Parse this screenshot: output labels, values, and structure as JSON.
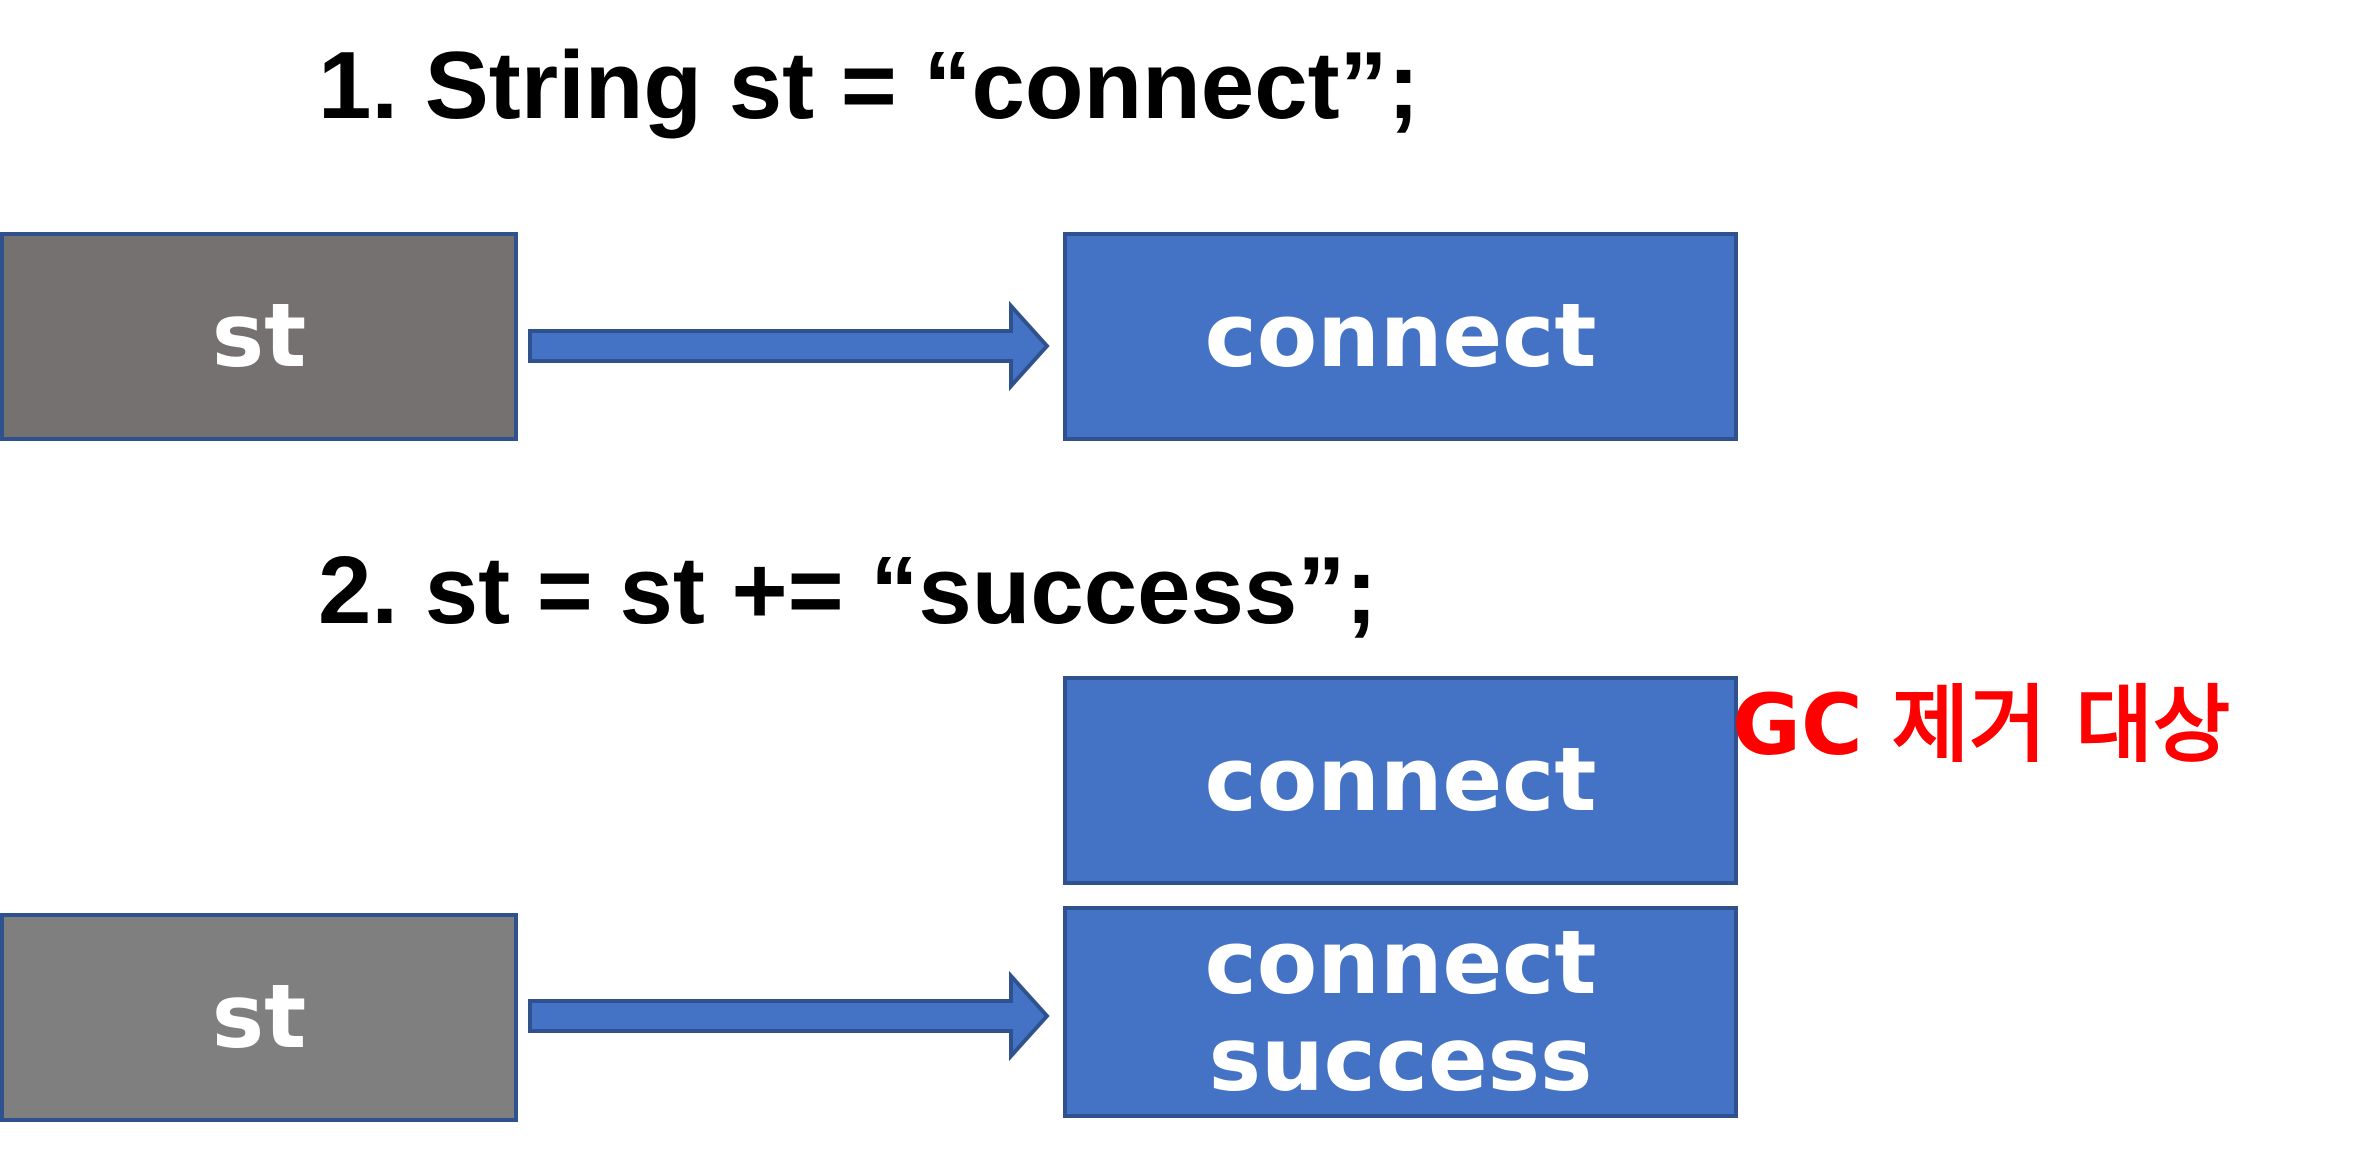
{
  "step1": {
    "code": "1. String st = “connect”;",
    "variable_label": "st",
    "value_label": "connect"
  },
  "step2": {
    "code": "2. st = st += “success”;",
    "old_value_label": "connect",
    "gc_label": "GC 제거 대상",
    "variable_label": "st",
    "new_value_line1": "connect",
    "new_value_line2": "success"
  },
  "colors": {
    "variable_box_1": "#767171",
    "variable_box_2": "#7F7F7F",
    "string_box": "#4472C4",
    "border": "#2F528F",
    "gc_label": "#FF0000"
  }
}
